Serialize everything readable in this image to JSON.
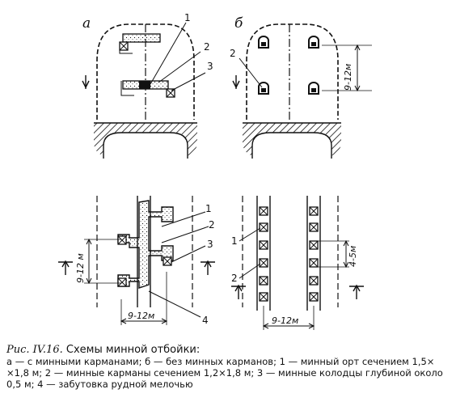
{
  "panels": {
    "a_label": "а",
    "b_label": "б"
  },
  "callouts": {
    "a_top": [
      "1",
      "2",
      "3"
    ],
    "b_top": "2",
    "a_bottom": [
      "1",
      "2",
      "3",
      "4"
    ],
    "b_bottom": [
      "1",
      "2"
    ]
  },
  "dimensions": {
    "b_top_vertical": "9-12м",
    "a_bottom_vertical": "9-12 м",
    "a_bottom_horizontal": "9-12м",
    "b_bottom_vertical": "4-5м",
    "b_bottom_horizontal": "9-12м"
  },
  "caption": {
    "fig_number": "Рис. IV.16.",
    "fig_title": "Схемы минной отбойки:",
    "line1": "а — с минными карманами; б — без минных карманов; 1 — минный орт сечением 1,5×",
    "line2": "×1,8 м; 2 — минные карманы сечением 1,2×1,8 м; 3 — минные колодцы глубиной около",
    "line3": "0,5 м; 4 — забутовка рудной мелочью"
  }
}
